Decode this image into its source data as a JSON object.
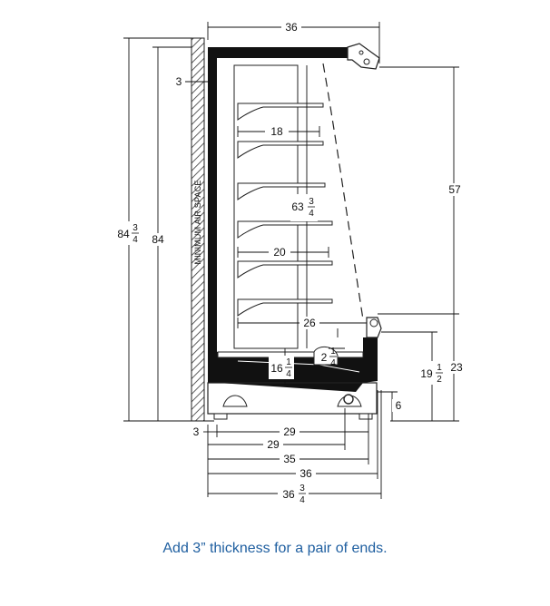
{
  "dimensions": {
    "top_width": "36",
    "wall_gap": "3",
    "shelf_depth_upper": "18",
    "interior_height_whole": "63",
    "interior_height_num": "3",
    "interior_height_den": "4",
    "shelf_depth_lower": "20",
    "overall_height_whole": "84",
    "overall_height_num": "3",
    "overall_height_den": "4",
    "overall_height": "84",
    "upper_height": "57",
    "base_depth": "26",
    "small_whole": "2",
    "small_num": "1",
    "small_den": "4",
    "deck_height_whole": "16",
    "deck_height_num": "1",
    "deck_height_den": "4",
    "front_height_whole": "19",
    "front_height_num": "1",
    "front_height_den": "2",
    "lower_height": "23",
    "toe_height": "6",
    "bottom_gap": "3",
    "base_width_a": "29",
    "base_width_b": "29",
    "width_35": "35",
    "width_36": "36",
    "width_total_whole": "36",
    "width_total_num": "3",
    "width_total_den": "4"
  },
  "labels": {
    "min_air_space": "MINIMUM AIR SPACE"
  },
  "caption": "Add 3” thickness for a pair of ends."
}
